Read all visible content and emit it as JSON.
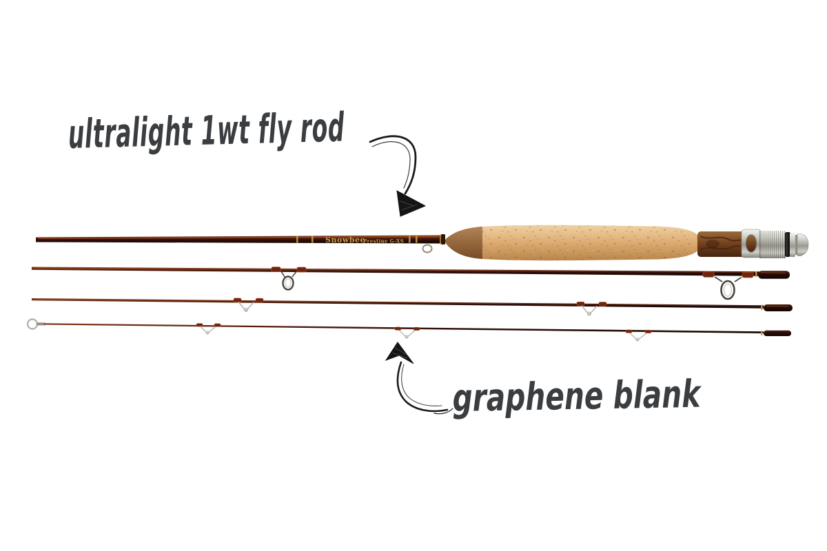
{
  "page": {
    "background": "#ffffff"
  },
  "annotations": {
    "top": {
      "text": "ultralight 1wt fly rod",
      "color": "#3b3e41"
    },
    "bottom": {
      "text": "graphene blank",
      "color": "#3b3e41"
    },
    "arrow_color": "#1a1a1a"
  },
  "rod": {
    "brand_label": "Snowbee",
    "model_label": "Prestige G-XS",
    "label_color": "#c9a04e",
    "section_count": 4,
    "colors": {
      "blank_highlight": "#8a4120",
      "blank_dark": "#170604",
      "cork_light": "#f0d2a2",
      "cork_mid": "#dcab72",
      "cork_shadow": "#b9854b",
      "reel_seat_wood": "#713f1d",
      "hardware_silver": "#d2d2cb",
      "gold_trim": "#c79a3e",
      "thread_wrap": "#6e2410",
      "guide_wire": "#b9b9b2"
    }
  }
}
